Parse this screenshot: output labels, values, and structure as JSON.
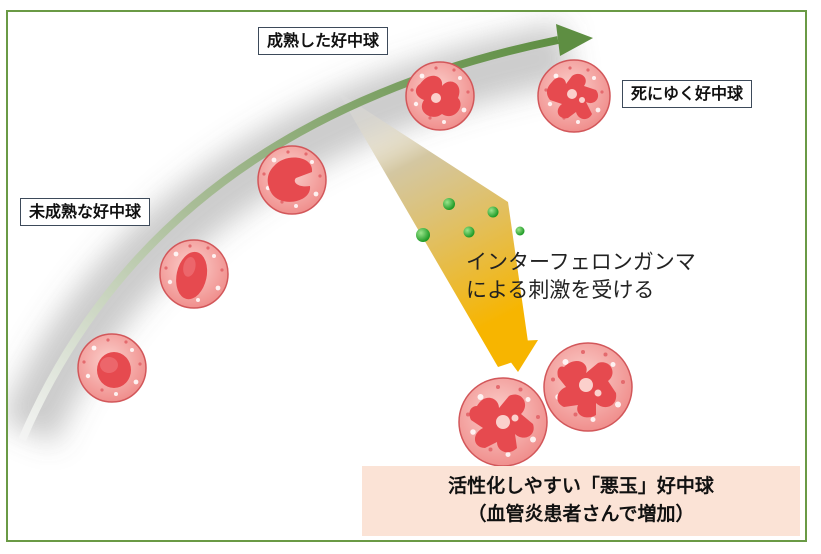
{
  "labels": {
    "immature": "未成熟な好中球",
    "mature": "成熟した好中球",
    "dying": "死にゆく好中球"
  },
  "stimulus": {
    "line1": "インターフェロンガンマ",
    "line2": "による刺激を受ける"
  },
  "result": {
    "line1": "活性化しやすい「悪玉」好中球",
    "line2": "（血管炎患者さんで増加）"
  },
  "colors": {
    "frame": "#6a9a45",
    "arrow": "#5e8e42",
    "cell_fill": "#f4a8a4",
    "nucleus": "#e64a4f",
    "interferon_dot": "#3cb43a",
    "funnel": "#f7b500",
    "result_bg": "#fbe3d6"
  }
}
